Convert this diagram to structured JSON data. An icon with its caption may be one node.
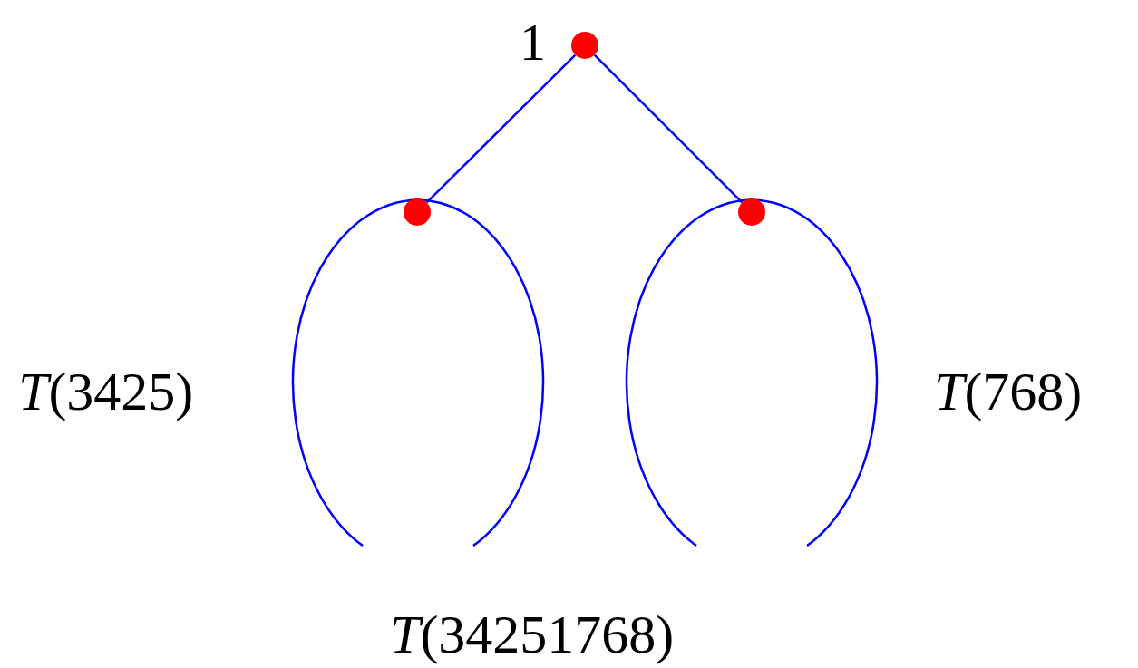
{
  "diagram": {
    "nodes": [
      {
        "text": [],
        "shape": "circle",
        "beside": [
          "1"
        ]
      },
      {
        "text": [],
        "shape": "circle"
      },
      {
        "text": [],
        "shape": "circle"
      }
    ],
    "edges": [
      {
        "from": 0,
        "to": 1,
        "arrow": "none"
      },
      {
        "from": 0,
        "to": 2,
        "arrow": "none"
      }
    ],
    "labels": [
      "*T*(3425)",
      "*T*(768)",
      "*T*(34251768)"
    ]
  }
}
